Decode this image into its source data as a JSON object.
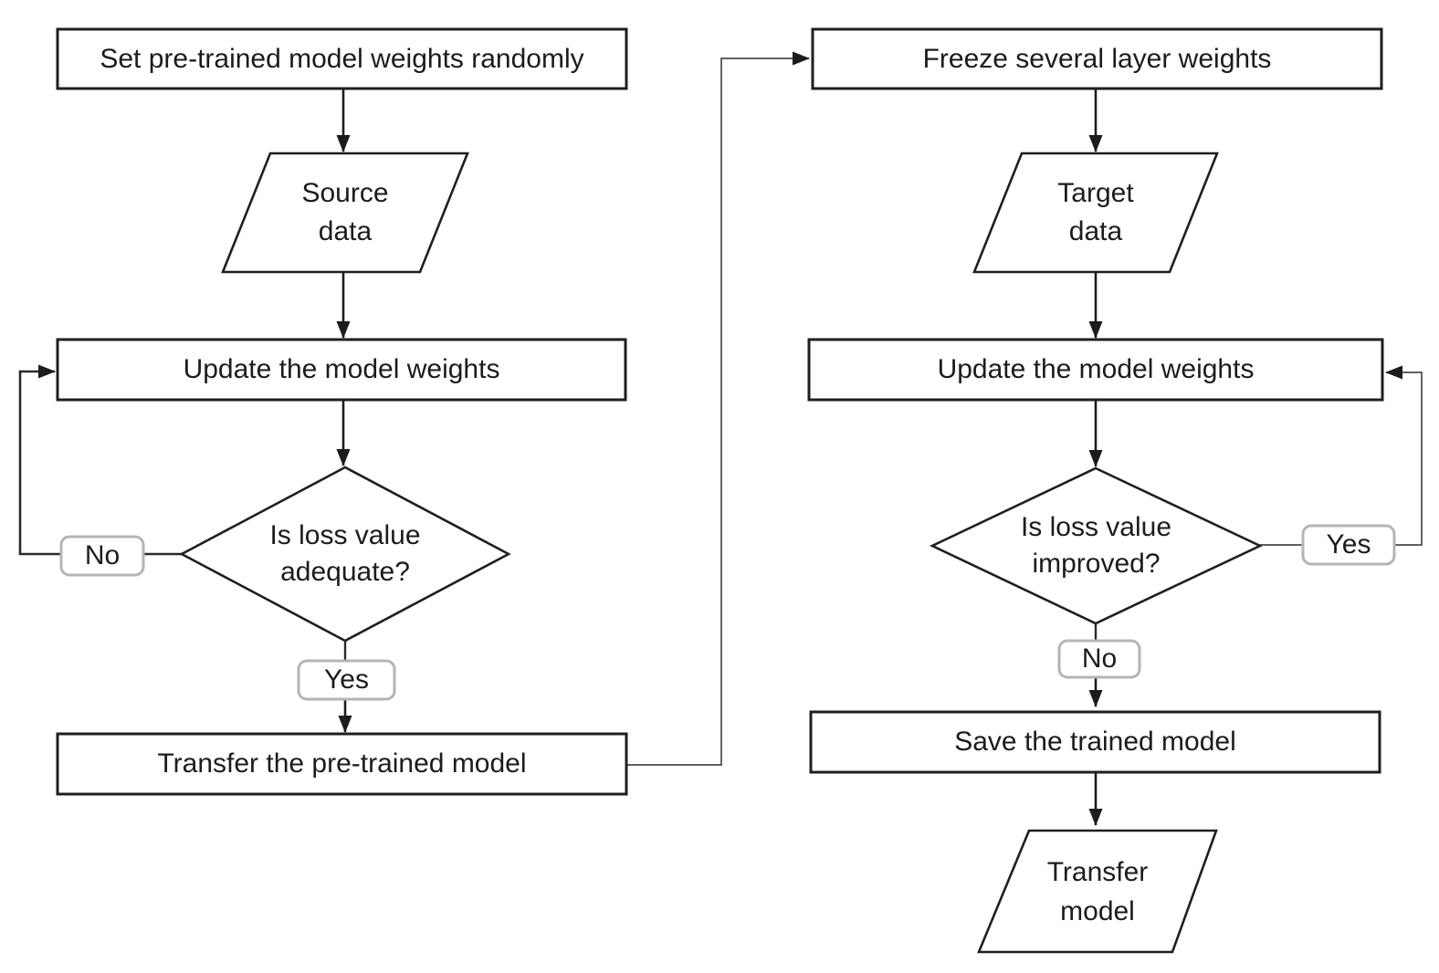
{
  "diagram": {
    "title": "transfer-learning-flowchart",
    "colors": {
      "background": "#ffffff",
      "shape_border": "#1f1f1f",
      "connector_line": "#4a4a4a",
      "badge_border": "#b5b5b5",
      "text": "#1c1c1c",
      "shape_fill": "#ffffff"
    },
    "nodes": {
      "set_weights": {
        "type": "process",
        "label": "Set pre-trained model weights randomly"
      },
      "source_data": {
        "type": "data",
        "line1": "Source",
        "line2": "data"
      },
      "update_weights_left": {
        "type": "process",
        "label": "Update the model weights"
      },
      "loss_adequate": {
        "type": "decision",
        "line1": "Is loss value",
        "line2": "adequate?"
      },
      "no_left": {
        "type": "edge-label",
        "label": "No"
      },
      "yes_left": {
        "type": "edge-label",
        "label": "Yes"
      },
      "transfer_pretrained": {
        "type": "process",
        "label": "Transfer the pre-trained model"
      },
      "freeze_layers": {
        "type": "process",
        "label": "Freeze several layer weights"
      },
      "target_data": {
        "type": "data",
        "line1": "Target",
        "line2": "data"
      },
      "update_weights_right": {
        "type": "process",
        "label": "Update the model weights"
      },
      "loss_improved": {
        "type": "decision",
        "line1": "Is loss value",
        "line2": "improved?"
      },
      "yes_right": {
        "type": "edge-label",
        "label": "Yes"
      },
      "no_right": {
        "type": "edge-label",
        "label": "No"
      },
      "save_model": {
        "type": "process",
        "label": "Save the trained model"
      },
      "transfer_model": {
        "type": "data",
        "line1": "Transfer",
        "line2": "model"
      }
    }
  }
}
